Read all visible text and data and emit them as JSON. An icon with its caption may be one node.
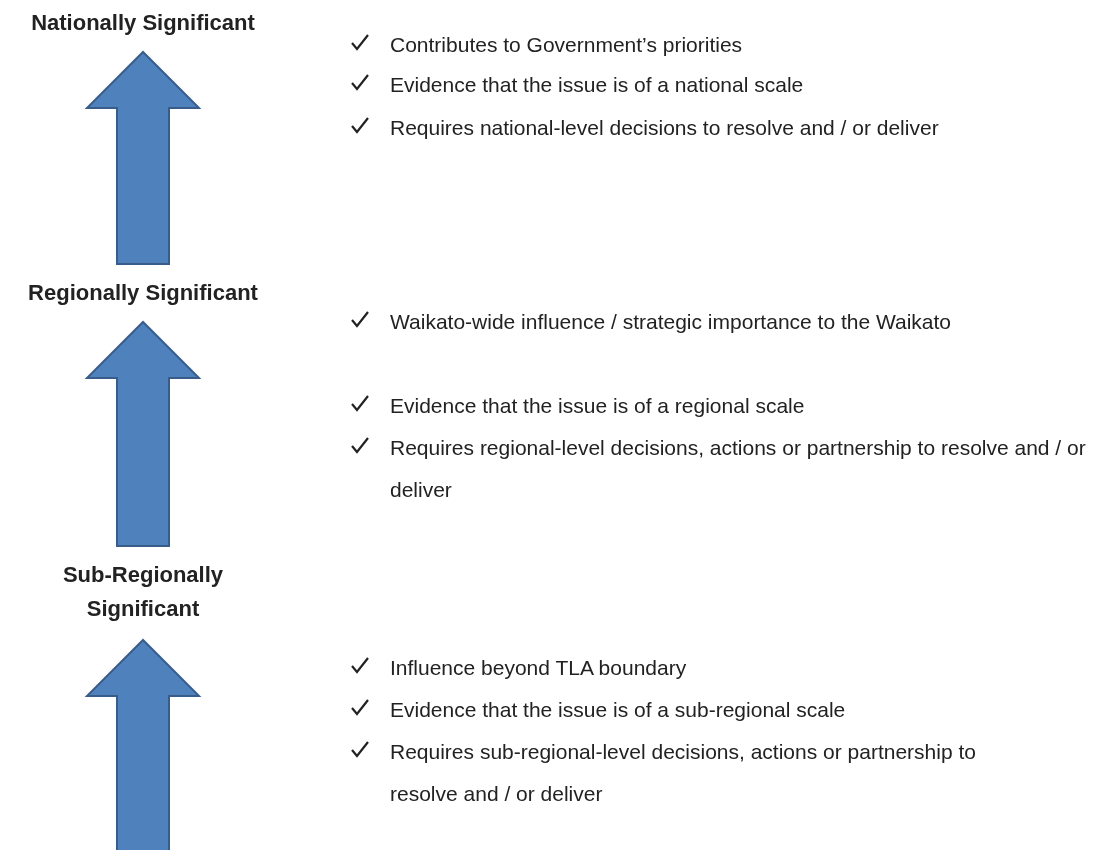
{
  "diagram": {
    "nodes": [
      {
        "text": [
          "Nationally Significant"
        ]
      },
      {
        "text": [
          "Regionally Significant"
        ]
      },
      {
        "text": [
          "Sub-Regionally Significant"
        ]
      }
    ],
    "edges": [
      {
        "from": 1,
        "to": 0,
        "arrow": "to"
      },
      {
        "from": 2,
        "to": 1,
        "arrow": "to"
      },
      {
        "from": null,
        "to": 2,
        "arrow": "to"
      }
    ],
    "labels": [
      "Contributes to Government’s priorities",
      "Evidence that the issue is of a national scale",
      "Requires national-level decisions to resolve and / or deliver",
      "Waikato-wide influence / strategic importance to the Waikato",
      "Evidence that the issue is of a regional scale",
      "Requires regional-level decisions, actions or partnership to resolve and / or deliver",
      "Influence beyond TLA boundary",
      "Evidence that the issue is of a sub-regional scale",
      "Requires sub-regional-level decisions, actions or partnership to resolve and / or deliver"
    ]
  }
}
